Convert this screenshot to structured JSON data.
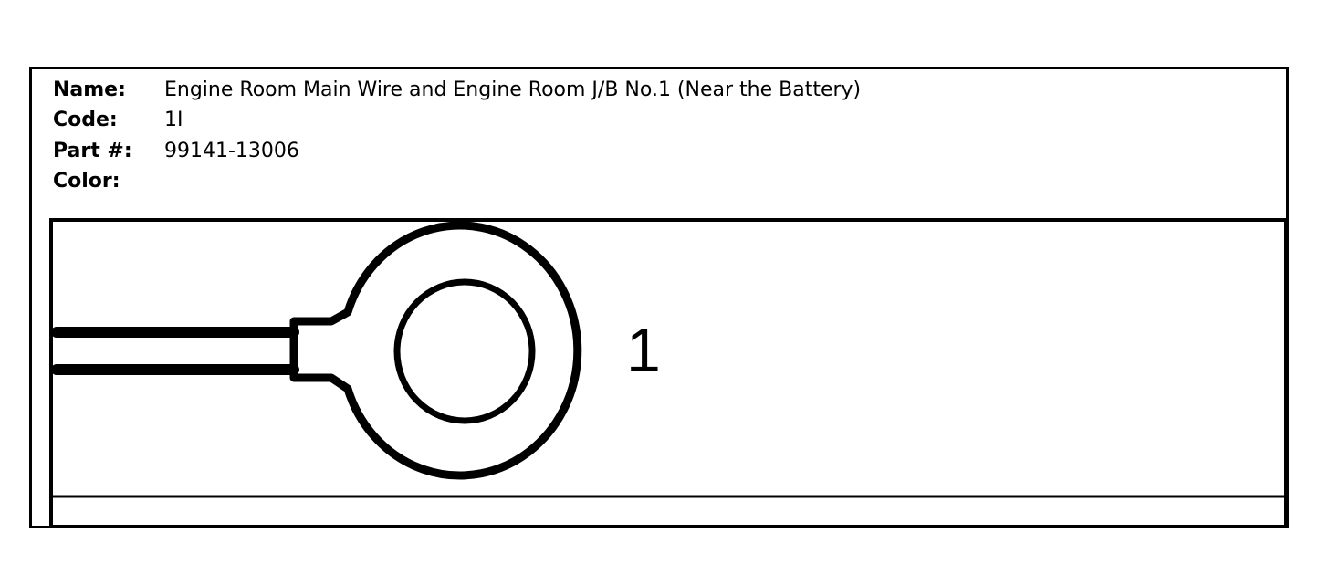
{
  "connector": {
    "name_label": "Name:",
    "name_value": "Engine Room Main Wire and Engine Room J/B No.1 (Near the Battery)",
    "code_label": "Code:",
    "code_value": "1I",
    "part_label": "Part #:",
    "part_value": "99141-13006",
    "color_label": "Color:",
    "color_value": ""
  },
  "diagram": {
    "terminal_pin": "1",
    "icon": "ring-terminal-icon",
    "line_color": "#000000",
    "background": "#ffffff"
  }
}
